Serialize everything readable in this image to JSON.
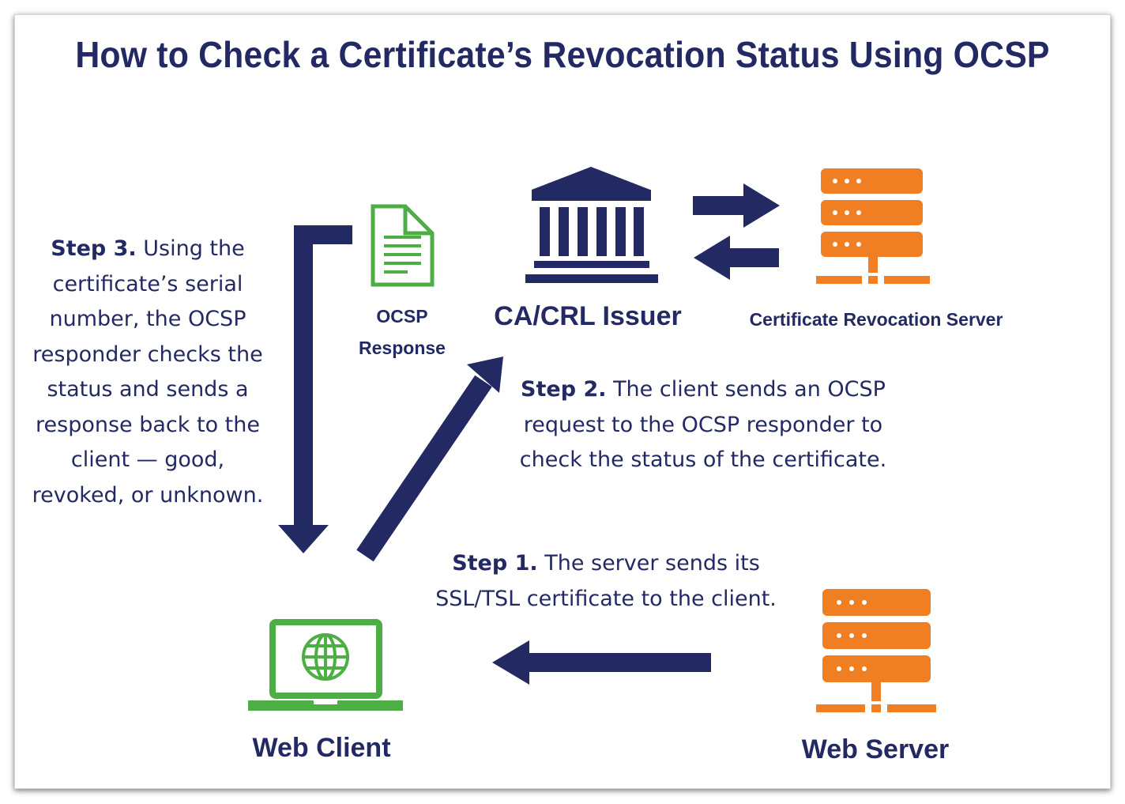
{
  "title": "How to Check a Certificate’s Revocation Status Using OCSP",
  "colors": {
    "navy": "#232a63",
    "orange": "#ef7f22",
    "green": "#4cae45"
  },
  "nodes": {
    "ca_issuer": {
      "label": "CA/CRL Issuer",
      "icon": "bank-building-icon"
    },
    "revocation_server": {
      "label": "Certificate Revocation Server",
      "icon": "server-rack-icon"
    },
    "ocsp_response": {
      "label_line1": "OCSP",
      "label_line2": "Response",
      "icon": "document-icon"
    },
    "web_client": {
      "label": "Web Client",
      "icon": "laptop-globe-icon"
    },
    "web_server": {
      "label": "Web Server",
      "icon": "server-rack-icon"
    }
  },
  "steps": {
    "step1": {
      "heading": "Step 1.",
      "text_line1": " The server sends its",
      "text_line2": "SSL/TSL certificate to the client."
    },
    "step2": {
      "heading": "Step 2.",
      "text_line1": " The client sends an OCSP",
      "text_line2": "request to the OCSP responder to",
      "text_line3": "check the status of the certificate."
    },
    "step3": {
      "heading": "Step 3.",
      "text_line1": " Using the",
      "text_line2": "certificate’s serial",
      "text_line3": "number, the OCSP",
      "text_line4": "responder checks the",
      "text_line5": "status and sends a",
      "text_line6": "response back to the",
      "text_line7": "client — good,",
      "text_line8": "revoked, or unknown."
    }
  }
}
